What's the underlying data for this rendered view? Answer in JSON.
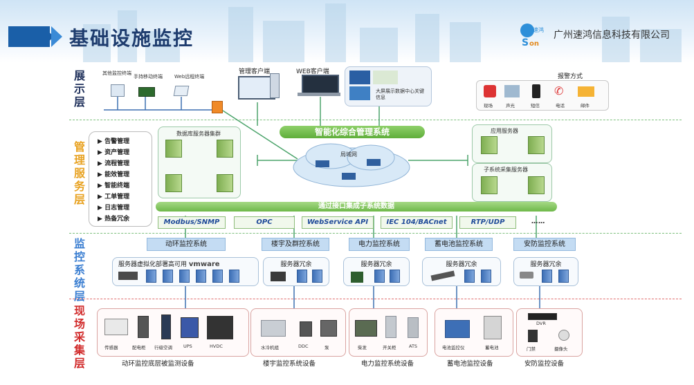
{
  "header": {
    "title": "基础设施监控",
    "company": "广州速鸿信息科技有限公司",
    "logo_text": "速鸿 Son"
  },
  "layers": {
    "display": "展示层",
    "management": "管理服务层",
    "monitoring": "监控系统层",
    "field": "现场采集层"
  },
  "display": {
    "terminals": [
      "其他监控终端",
      "手持移动终端",
      "Web远程终端"
    ],
    "mgmt_client": "管理客户端",
    "web_client": "WEB客户端",
    "big_screen": "大屏展示数据中心关键信息",
    "alarm_title": "报警方式",
    "alarm_methods": [
      "现场",
      "声光",
      "短信",
      "电话",
      "邮件"
    ]
  },
  "management": {
    "menu": [
      "告警管理",
      "资产管理",
      "流程管理",
      "能效管理",
      "智能终端",
      "工单管理",
      "日志管理",
      "热备冗余"
    ],
    "db_cluster": "数据库服务器集群",
    "platform": "智能化综合管理系统",
    "lan": "局域网",
    "app_server": "应用服务器",
    "subsys_server": "子系统采集服务器",
    "bus": "通过接口集成子系统数据",
    "protocols": [
      "Modbus/SNMP",
      "OPC",
      "WebService API",
      "IEC 104/BACnet",
      "RTP/UDP",
      "……"
    ]
  },
  "monitoring": {
    "systems": [
      "动环监控系统",
      "楼宇及群控系统",
      "电力监控系统",
      "蓄电池监控系统",
      "安防监控系统"
    ],
    "boxes": [
      "服务器虚拟化部署高可用",
      "服务器冗余",
      "服务器冗余",
      "服务器冗余",
      "服务器冗余"
    ],
    "vmware": "vmware"
  },
  "field": {
    "groups": [
      {
        "caption": "动环监控底层被监测设备",
        "devices": [
          "传感器",
          "配电柜",
          "行级空调",
          "UPS",
          "HVDC"
        ]
      },
      {
        "caption": "楼宇监控系统设备",
        "devices": [
          "水冷机组",
          "DDC",
          "泵"
        ]
      },
      {
        "caption": "电力监控系统设备",
        "devices": [
          "柴发",
          "开关柜",
          "ATS"
        ]
      },
      {
        "caption": "蓄电池监控设备",
        "devices": [
          "电池监控仪",
          "蓄电池"
        ]
      },
      {
        "caption": "安防监控设备",
        "devices": [
          "DVR",
          "门禁",
          "摄像头"
        ]
      }
    ]
  }
}
